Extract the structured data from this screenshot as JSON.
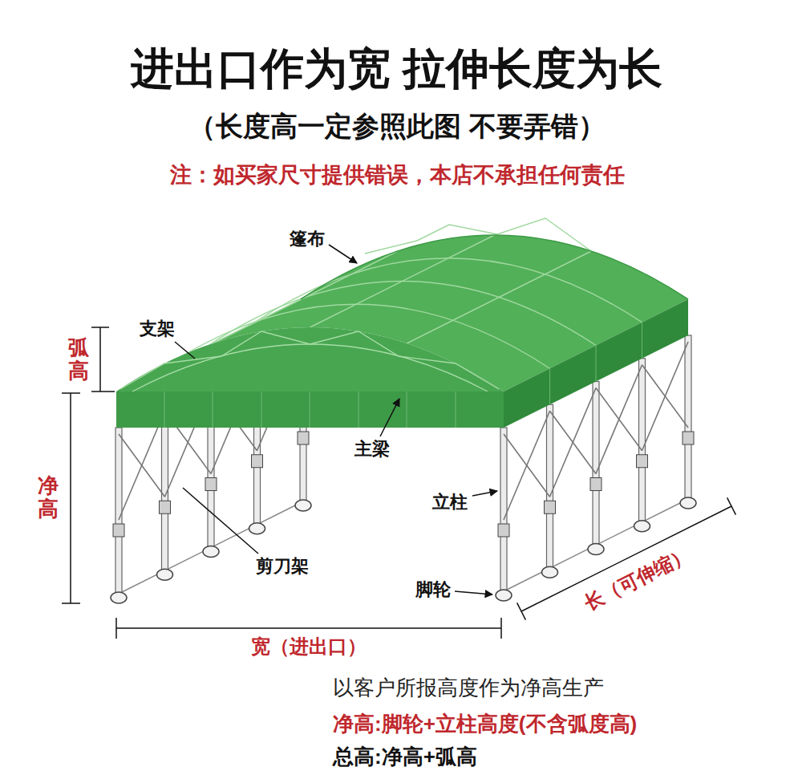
{
  "diagram": {
    "title": "进出口作为宽 拉伸长度为长",
    "labels": [
      "（长度高一定参照此图 不要弄错）",
      "注：如买家尺寸提供错误，本店不承担任何责任",
      "篷布",
      "支架",
      "弧高",
      "主梁",
      "净高",
      "立柱",
      "剪刀架",
      "脚轮",
      "宽（进出口）",
      "长（可伸缩）",
      "以客户所报高度作为净高生产",
      "净高:脚轮+立柱高度(不含弧度高)",
      "总高:净高+弧高"
    ]
  }
}
